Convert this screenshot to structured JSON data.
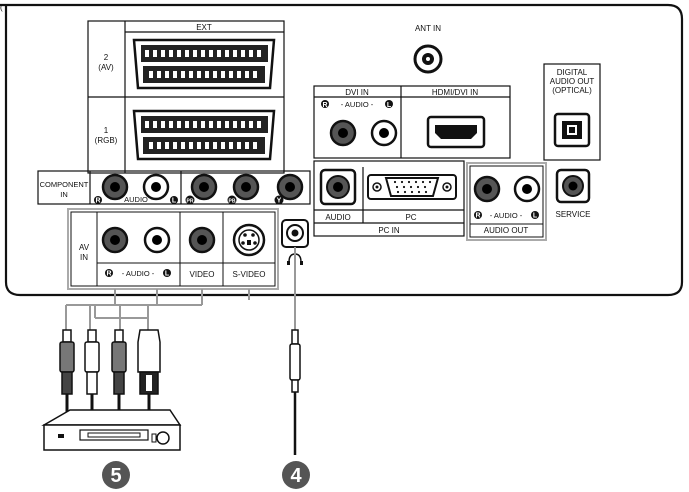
{
  "panel": {
    "corner_text": "(",
    "ext": {
      "title": "EXT",
      "scart2": "2",
      "scart2_sub": "(AV)",
      "scart1": "1",
      "scart1_sub": "(RGB)"
    },
    "ant_in": "ANT IN",
    "dvi_in": {
      "title": "DVI IN",
      "audio": "- AUDIO -",
      "r": "R",
      "l": "L"
    },
    "hdmi": "HDMI/DVI IN",
    "optical": {
      "line1": "DIGITAL",
      "line2": "AUDIO OUT",
      "line3": "(OPTICAL)"
    },
    "component": {
      "line1": "COMPONENT",
      "line2": "IN",
      "audio": "AUDIO",
      "r": "R",
      "l": "L",
      "pr": "PR",
      "pb": "PB",
      "y": "Y"
    },
    "pc_in": {
      "audio": "AUDIO",
      "pc": "PC",
      "title": "PC IN"
    },
    "audio_out": {
      "audio": "- AUDIO -",
      "r": "R",
      "l": "L",
      "title": "AUDIO OUT"
    },
    "service": "SERVICE",
    "av_in": {
      "line1": "AV",
      "line2": "IN",
      "audio": "- AUDIO -",
      "r": "R",
      "l": "L",
      "video": "VIDEO",
      "svideo": "S-VIDEO"
    },
    "headphone": "headphone-icon"
  },
  "callouts": {
    "vcr": "5",
    "headphone": "4"
  }
}
